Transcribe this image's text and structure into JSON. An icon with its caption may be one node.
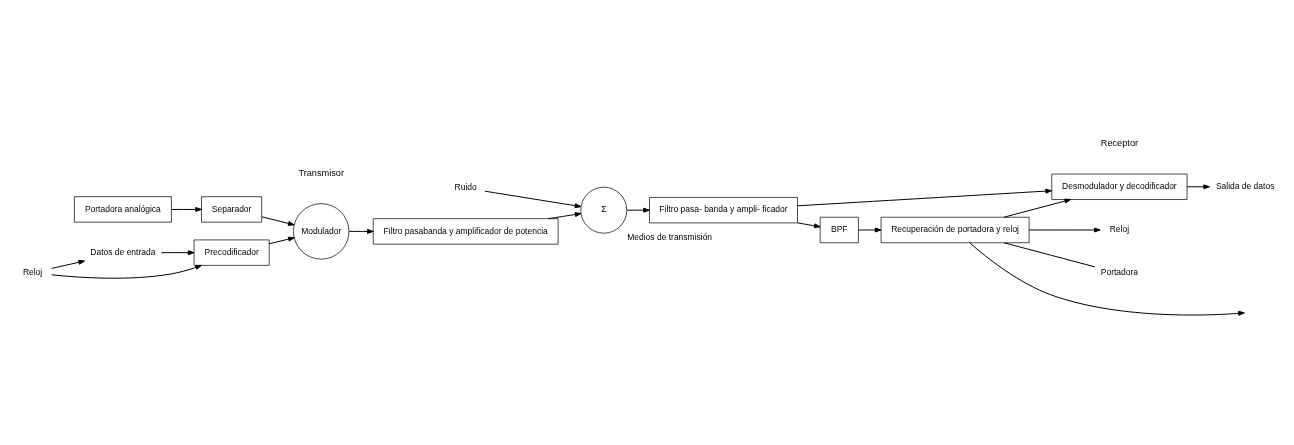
{
  "diagram": {
    "nodes": [
      {
        "text": [
          "Datos de entrada"
        ]
      },
      {
        "text": [
          "Reloj"
        ]
      },
      {
        "text": [
          "Precodificador"
        ]
      },
      {
        "text": [
          "Modulador"
        ]
      },
      {
        "text": [
          "Separador"
        ]
      },
      {
        "text": [
          "Portadora analógica"
        ]
      },
      {
        "text": [
          "Filtro pasabanda y amplificador de potencia"
        ]
      },
      {
        "text": [
          "Σ"
        ],
        "beside": [
          "Medios de transmisión"
        ]
      },
      {
        "text": [
          "Ruido"
        ]
      },
      {
        "text": [
          "Filtro pasa- banda y ampli- ficador"
        ]
      },
      {
        "text": [
          "Desmodulador y decodificador"
        ]
      },
      {
        "text": [
          "Salida de datos"
        ]
      },
      {
        "text": [
          "BPF"
        ]
      },
      {
        "text": [
          "Recuperación de portadora y reloj"
        ]
      },
      {
        "text": [
          "Reloj"
        ]
      },
      {
        "text": [
          "Portadora"
        ]
      }
    ],
    "edges": [
      {
        "from": 0,
        "to": 2,
        "arrow": "to"
      },
      {
        "from": 1,
        "to": 0,
        "arrow": "to"
      },
      {
        "from": 1,
        "to": 2,
        "arrow": "to"
      },
      {
        "from": 2,
        "to": 3,
        "arrow": "to"
      },
      {
        "from": 5,
        "to": 4,
        "arrow": "to"
      },
      {
        "from": 4,
        "to": 3,
        "arrow": "to"
      },
      {
        "from": 3,
        "to": 6,
        "arrow": "to"
      },
      {
        "from": 6,
        "to": 7,
        "arrow": "to"
      },
      {
        "from": 8,
        "to": 7,
        "arrow": "to"
      },
      {
        "from": 7,
        "to": 9,
        "arrow": "to"
      },
      {
        "from": 9,
        "to": 10,
        "arrow": "to"
      },
      {
        "from": 9,
        "to": 12,
        "arrow": "to"
      },
      {
        "from": 12,
        "to": 13,
        "arrow": "to"
      },
      {
        "from": 13,
        "to": 14,
        "arrow": "to"
      },
      {
        "from": 13,
        "to": 15,
        "arrow": "none"
      },
      {
        "from": 13,
        "to": 10,
        "arrow": "to"
      },
      {
        "from": 13,
        "to": null,
        "arrow": "to"
      },
      {
        "from": 10,
        "to": 11,
        "arrow": "to"
      }
    ],
    "labels": [
      "Transmisor",
      "Receptor"
    ]
  }
}
